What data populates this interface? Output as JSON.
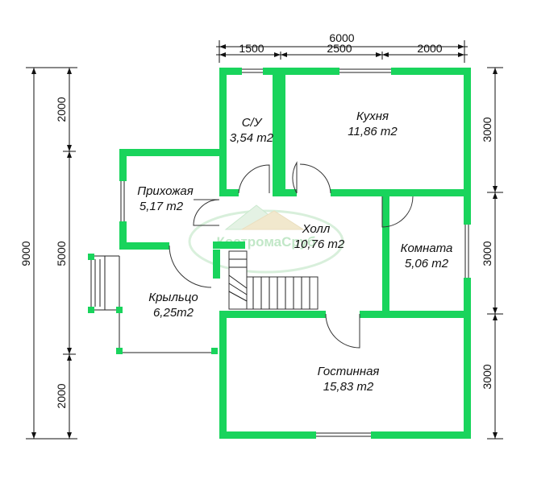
{
  "colors": {
    "wall": "#19d45c",
    "line": "#111111",
    "watermark": "#8fd49a"
  },
  "dimensions": {
    "top_total": "6000",
    "top_1": "1500",
    "top_2": "2500",
    "top_3": "2000",
    "left_total": "9000",
    "left_1": "2000",
    "left_2": "5000",
    "left_3": "2000",
    "right_1": "3000",
    "right_2": "3000",
    "right_3": "3000"
  },
  "rooms": {
    "bathroom": {
      "name": "С/У",
      "area": "3,54 m2"
    },
    "kitchen": {
      "name": "Кухня",
      "area": "11,86 m2"
    },
    "hallway": {
      "name": "Прихожая",
      "area": "5,17 m2"
    },
    "hall": {
      "name": "Холл",
      "area": "10,76 m2"
    },
    "room": {
      "name": "Комната",
      "area": "5,06 m2"
    },
    "porch": {
      "name": "Крыльцо",
      "area": "6,25m2"
    },
    "living": {
      "name": "Гостинная",
      "area": "15,83 m2"
    }
  },
  "watermark": {
    "text": "КостромаСруб"
  }
}
